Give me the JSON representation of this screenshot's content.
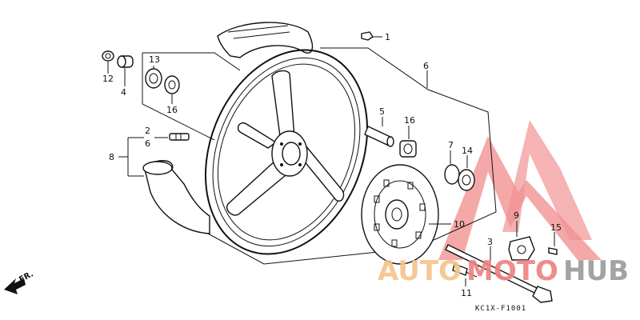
{
  "callouts": [
    {
      "id": "c1",
      "text": "1"
    },
    {
      "id": "c2",
      "text": "2"
    },
    {
      "id": "c3",
      "text": "3"
    },
    {
      "id": "c4",
      "text": "4"
    },
    {
      "id": "c5",
      "text": "5"
    },
    {
      "id": "c6a",
      "text": "6"
    },
    {
      "id": "c6b",
      "text": "6"
    },
    {
      "id": "c7",
      "text": "7"
    },
    {
      "id": "c8",
      "text": "8"
    },
    {
      "id": "c9",
      "text": "9"
    },
    {
      "id": "c10",
      "text": "10"
    },
    {
      "id": "c11",
      "text": "11"
    },
    {
      "id": "c12",
      "text": "12"
    },
    {
      "id": "c13",
      "text": "13"
    },
    {
      "id": "c14",
      "text": "14"
    },
    {
      "id": "c15",
      "text": "15"
    },
    {
      "id": "c16a",
      "text": "16"
    },
    {
      "id": "c16b",
      "text": "16"
    }
  ],
  "labels": {
    "front_arrow": "FR.",
    "diagram_code": "KC1X-F1001",
    "watermark_part1": "AUTO",
    "watermark_part2": "MOTO",
    "watermark_part3": "HUB"
  },
  "colors": {
    "ink": "#111111",
    "watermark_red": "#f08080",
    "watermark_orange": "#f5c48a",
    "watermark_gray": "#9a9a9a"
  }
}
